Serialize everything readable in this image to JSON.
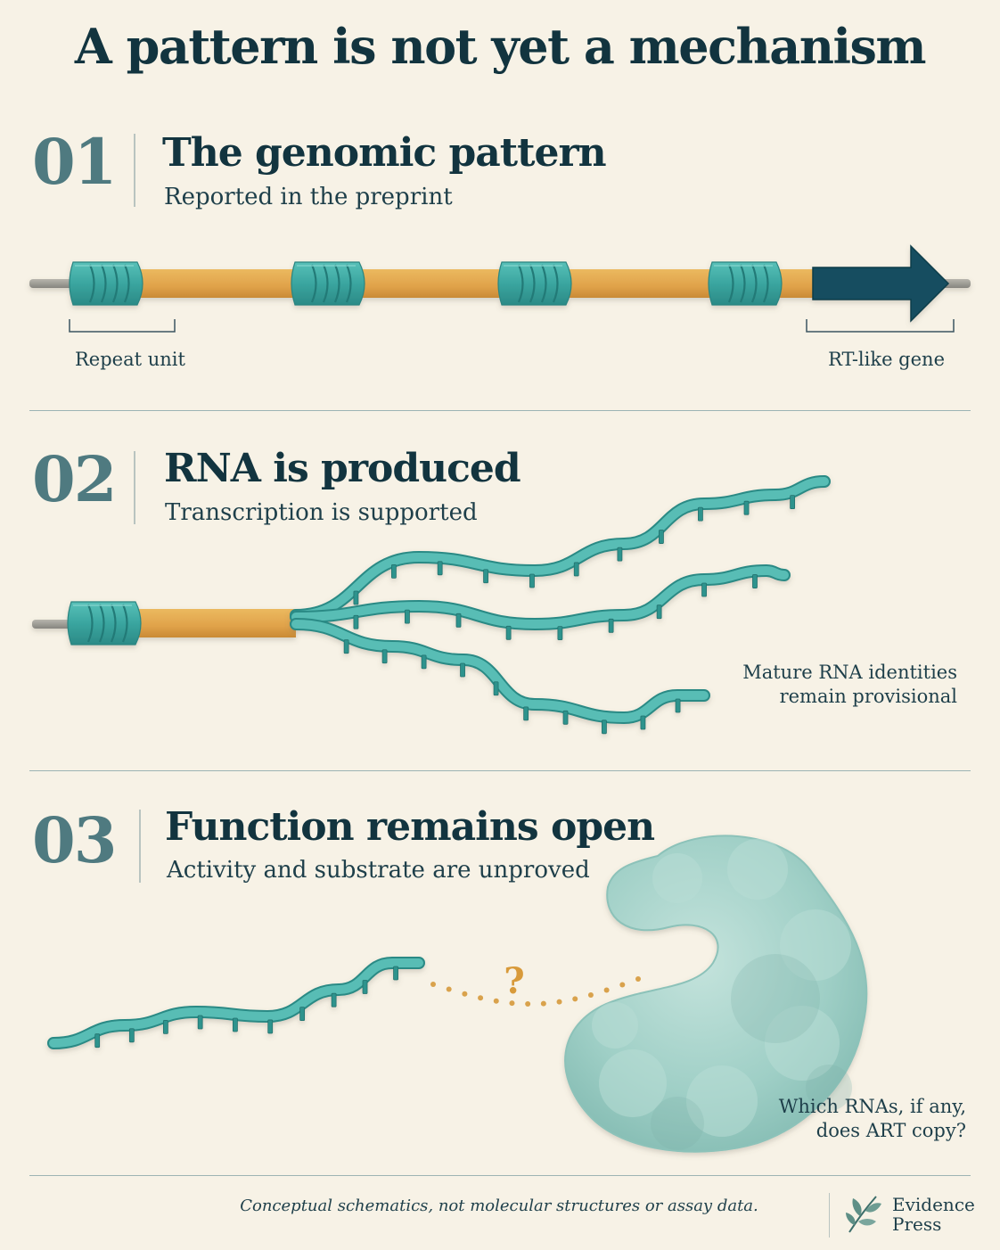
{
  "title": "A pattern is not yet a mechanism",
  "sections": [
    {
      "number": "01",
      "title": "The genomic pattern",
      "subtitle": "Reported in the preprint",
      "labels": {
        "repeat": "Repeat unit",
        "gene": "RT-like gene"
      }
    },
    {
      "number": "02",
      "title": "RNA is produced",
      "subtitle": "Transcription is supported",
      "note_line1": "Mature RNA identities",
      "note_line2": "remain provisional"
    },
    {
      "number": "03",
      "title": "Function remains open",
      "subtitle": "Activity and substrate are unproved",
      "question_mark": "?",
      "question_line1": "Which RNAs, if any,",
      "question_line2": "does ART copy?"
    }
  ],
  "footer": {
    "note": "Conceptual schematics, not molecular structures or assay data.",
    "brand_line1": "Evidence",
    "brand_line2": "Press"
  },
  "colors": {
    "background": "#f7f2e6",
    "teal": "#3fa9a3",
    "navy": "#12343f",
    "ochre": "#e2a84c",
    "protein": "#9fcfc6"
  }
}
